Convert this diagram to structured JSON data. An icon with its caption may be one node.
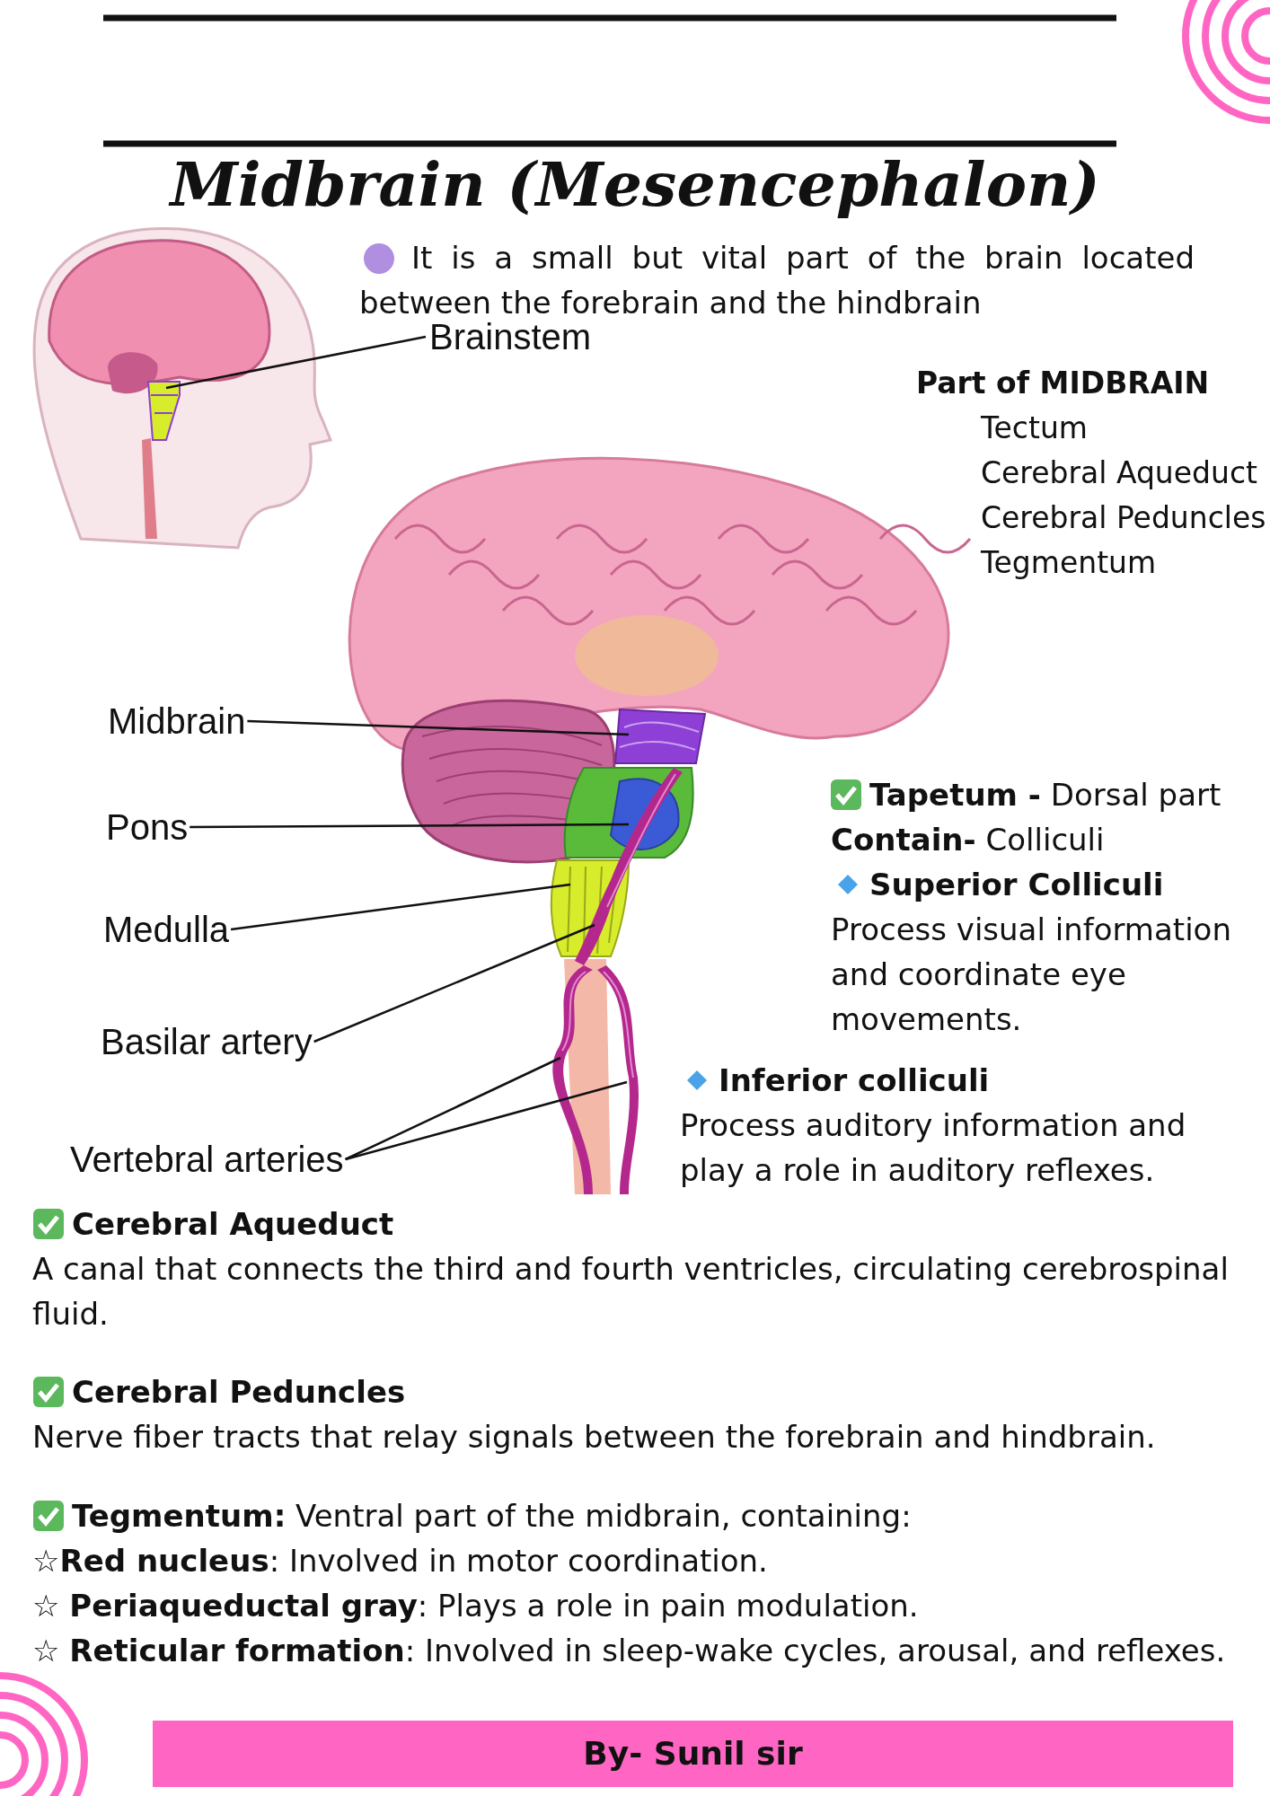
{
  "diagram": {
    "title": "Midbrain (Mesencephalon)",
    "nodes": [
      {
        "text": [],
        "shape": "picture"
      },
      {
        "text": [
          "Brainstem"
        ]
      },
      {
        "text": [
          "Midbrain"
        ]
      },
      {
        "text": [
          "Pons"
        ]
      },
      {
        "text": [
          "Medulla"
        ]
      },
      {
        "text": [
          "Basilar artery"
        ]
      },
      {
        "text": [
          "Vertebral arteries"
        ]
      },
      {
        "text": [],
        "shape": "picture"
      },
      {
        "text": [],
        "shape": "picture"
      },
      {
        "text": [],
        "shape": "picture"
      },
      {
        "text": [],
        "shape": "picture"
      },
      {
        "text": [],
        "shape": "picture"
      },
      {
        "text": [],
        "shape": "picture"
      }
    ],
    "edges": [
      {
        "from": 1,
        "to": 0,
        "arrow": "none"
      },
      {
        "from": 2,
        "to": 7,
        "arrow": "none"
      },
      {
        "from": 3,
        "to": 8,
        "arrow": "none"
      },
      {
        "from": 4,
        "to": 9,
        "arrow": "none"
      },
      {
        "from": 5,
        "to": 10,
        "arrow": "none"
      },
      {
        "from": 6,
        "to": 11,
        "arrow": "none"
      },
      {
        "from": 6,
        "to": 12,
        "arrow": "none"
      }
    ],
    "labels": [
      "It is a small but vital part of the brain located between the forebrain and the hindbrain",
      "Part of MIDBRAIN",
      "Tectum",
      "Cerebral Aqueduct",
      "Cerebral Peduncles",
      "Tegmentum",
      "**Tapetum -**  Dorsal part",
      "**Contain-**  Colliculi",
      "Superior Colliculi",
      "Process visual information and coordinate eye movements.",
      "Inferior colliculi",
      "Process auditory information and play a role in auditory reflexes.",
      "Cerebral Aqueduct",
      "A canal that connects the third and fourth ventricles, circulating cerebrospinal fluid.",
      "Cerebral Peduncles",
      "Nerve fiber tracts that relay signals between the forebrain and hindbrain.",
      "**Tegmentum:** Ventral  part of the midbrain, containing:",
      "☆**Red nucleus**: Involved in motor coordination.",
      "☆ **Periaqueductal gray**: Plays a role in pain modulation.",
      "☆ **Reticular formation**: Involved in sleep-wake cycles, arousal, and reflexes.",
      "By- Sunil sir"
    ]
  }
}
